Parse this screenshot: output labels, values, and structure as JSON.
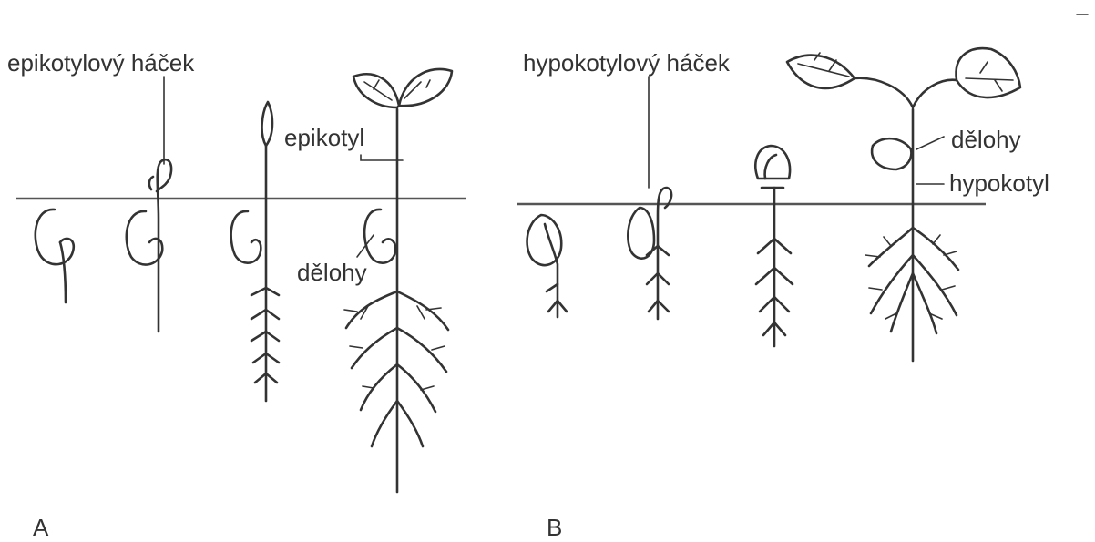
{
  "panel_a": {
    "letter": "A",
    "label_hook": "epikotylový háček",
    "label_stem": "epikotyl",
    "label_cotyledons": "dělohy"
  },
  "panel_b": {
    "letter": "B",
    "label_hook": "hypokotylový háček",
    "label_cotyledons": "dělohy",
    "label_stem": "hypokotyl"
  },
  "colors": {
    "ink": "#333333",
    "ground": "#555555",
    "background": "#ffffff"
  }
}
